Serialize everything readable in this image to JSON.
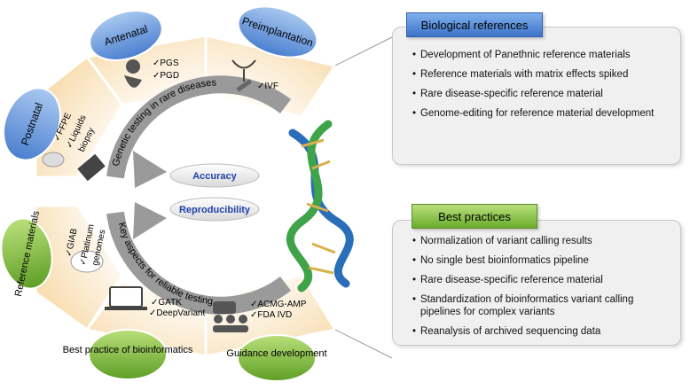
{
  "stages": {
    "antenatal": "Antenatal",
    "preimplantation": "Preimplantation",
    "postnatal": "Postnatal",
    "reference_materials": "Reference materials",
    "best_practice_bioinformatics": "Best practice of bioinformatics",
    "guidance_development": "Guidance development"
  },
  "items": {
    "pgs": "✓PGS",
    "pgd": "✓PGD",
    "ivf": "✓IVF",
    "ffpe": "✓FFPE",
    "liquids": "✓Liquids",
    "biopsy": "biopsy",
    "giab": "✓GIAB",
    "platinum": "✓Platinum",
    "genomes": "genomes",
    "gatk": "✓GATK",
    "deepvariant": "✓DeepVariant",
    "acmg": "✓ACMG-AMP",
    "fda": "✓FDA IVD"
  },
  "arcs": {
    "genetic_testing": "Genetic testing in rare diseases",
    "key_aspects": "Key aspects for reliable testing"
  },
  "center": {
    "accuracy": "Accuracy",
    "reproducibility": "Reproducibility"
  },
  "biological_references": {
    "title": "Biological references",
    "items": [
      "Development of Panethnic reference materials",
      "Reference materials with matrix effects spiked",
      "Rare disease-specific reference material",
      "Genome-editing for reference material development"
    ]
  },
  "best_practices": {
    "title": "Best practices",
    "items": [
      "Normalization of variant calling results",
      "No single best bioinformatics pipeline",
      "Rare disease-specific reference material",
      "Standardization of bioinformatics variant calling pipelines for complex variants",
      "Reanalysis of archived sequencing data"
    ]
  },
  "colors": {
    "blue_label": "#5b8fd6",
    "green_label": "#7db83a",
    "sector_fill": "#fbe6c2",
    "arc_gray": "#9a9a9a",
    "accent_text": "#1f3fa8"
  }
}
